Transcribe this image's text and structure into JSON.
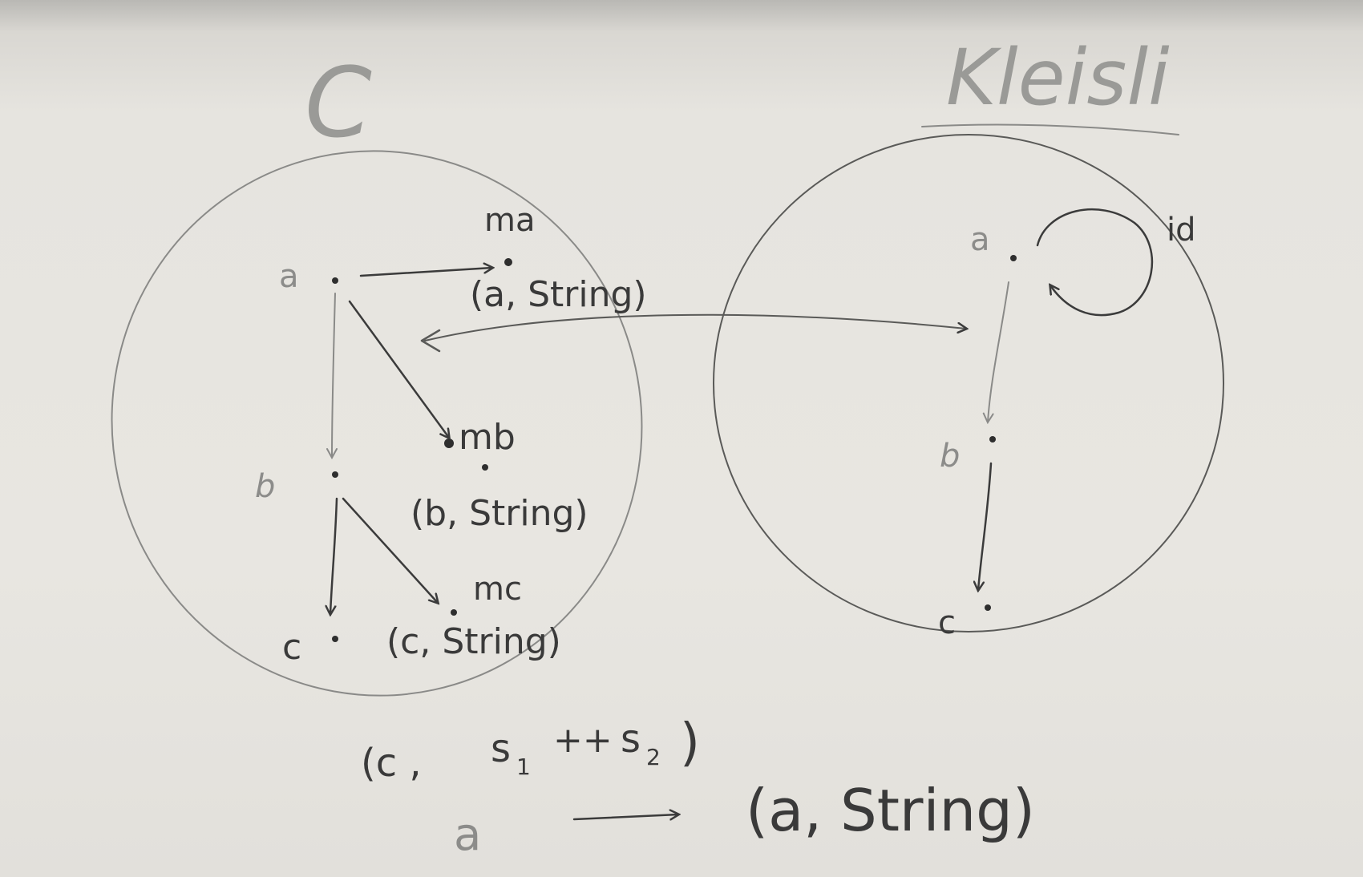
{
  "left_category": {
    "title": "C",
    "objects": {
      "a": "a",
      "b": "b",
      "c": "c"
    },
    "targets": {
      "ma_label": "ma",
      "ma_pair": "(a, String)",
      "mb_label": "mb",
      "mb_pair": "(b, String)",
      "mc_label": "mc",
      "mc_pair": "(c, String)"
    }
  },
  "right_category": {
    "title": "Kleisli",
    "objects": {
      "a": "a",
      "b": "b",
      "c": "c"
    },
    "identity_label": "id"
  },
  "bottom_notes": {
    "composition_open": "(c ,",
    "s1": "s",
    "s1_sub": "1",
    "concat": "++",
    "s2": "s",
    "s2_sub": "2",
    "composition_close": ")",
    "signature_domain": "a",
    "signature_codomain": "(a, String)"
  },
  "colors": {
    "ink": "#3b3b3b",
    "board": "#e6e4df"
  }
}
